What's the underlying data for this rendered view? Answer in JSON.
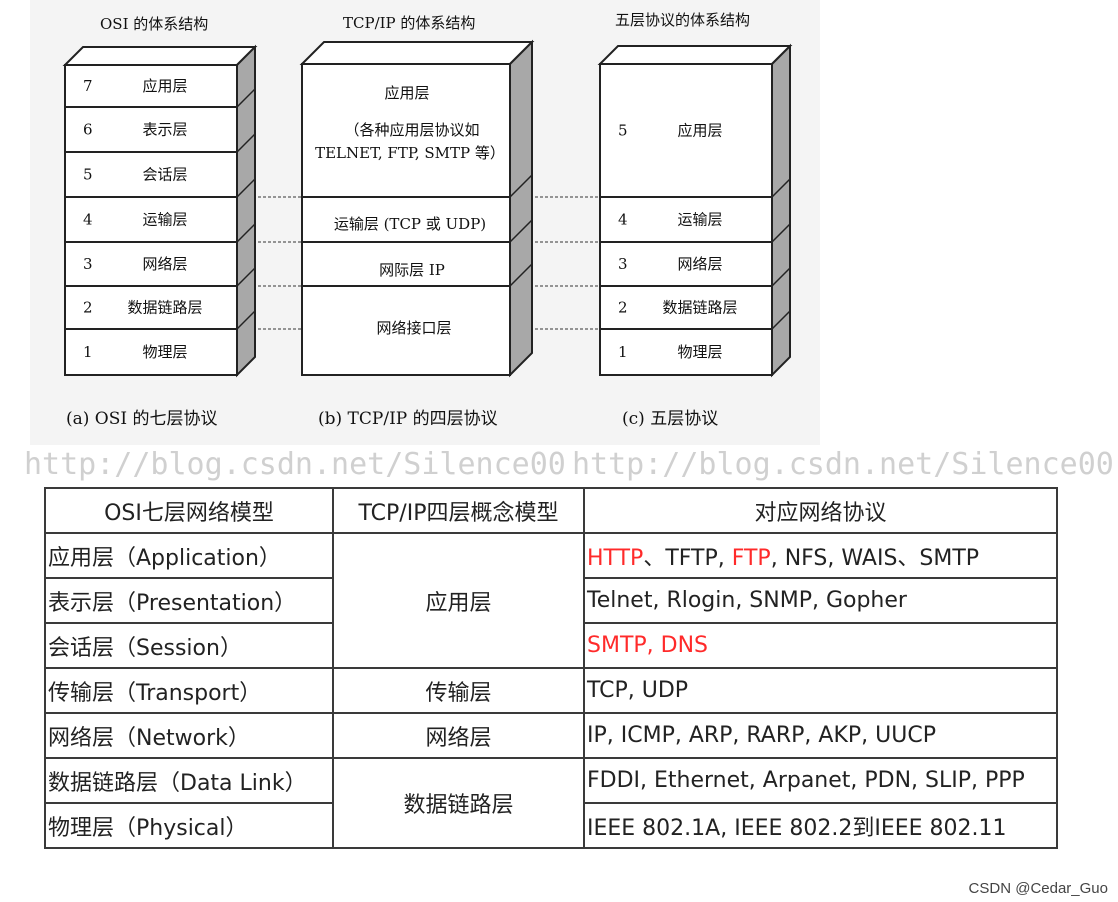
{
  "diagram": {
    "osi": {
      "title": "OSI 的体系结构",
      "caption": "(a) OSI 的七层协议",
      "layers": [
        {
          "num": "7",
          "name": "应用层"
        },
        {
          "num": "6",
          "name": "表示层"
        },
        {
          "num": "5",
          "name": "会话层"
        },
        {
          "num": "4",
          "name": "运输层"
        },
        {
          "num": "3",
          "name": "网络层"
        },
        {
          "num": "2",
          "name": "数据链路层"
        },
        {
          "num": "1",
          "name": "物理层"
        }
      ]
    },
    "tcpip": {
      "title": "TCP/IP 的体系结构",
      "caption": "(b) TCP/IP 的四层协议",
      "app_line1": "应用层",
      "app_line2": "（各种应用层协议如",
      "app_line3": "TELNET, FTP, SMTP 等）",
      "transport": "运输层 (TCP 或 UDP)",
      "internet": "网际层 IP",
      "netif": "网络接口层"
    },
    "five": {
      "title": "五层协议的体系结构",
      "caption": "(c) 五层协议",
      "layers": [
        {
          "num": "5",
          "name": "应用层"
        },
        {
          "num": "4",
          "name": "运输层"
        },
        {
          "num": "3",
          "name": "网络层"
        },
        {
          "num": "2",
          "name": "数据链路层"
        },
        {
          "num": "1",
          "name": "物理层"
        }
      ]
    },
    "watermark": "http://blog.csdn.net/Silence00"
  },
  "table": {
    "headers": [
      "OSI七层网络模型",
      "TCP/IP四层概念模型",
      "对应网络协议"
    ],
    "rows": [
      {
        "osi": "应用层（Application）"
      },
      {
        "osi": "表示层（Presentation）",
        "protocols": "Telnet, Rlogin, SNMP, Gopher"
      },
      {
        "osi": "会话层（Session）",
        "protocols": "SMTP, DNS"
      },
      {
        "osi": "传输层（Transport）",
        "tcpip": "传输层",
        "protocols": "TCP, UDP"
      },
      {
        "osi": "网络层（Network）",
        "tcpip": "网络层",
        "protocols": "IP, ICMP, ARP, RARP, AKP, UUCP"
      },
      {
        "osi": "数据链路层（Data Link）",
        "protocols": "FDDI, Ethernet, Arpanet, PDN, SLIP, PPP"
      },
      {
        "osi": "物理层（Physical）",
        "protocols": "IEEE 802.1A, IEEE 802.2到IEEE 802.11"
      }
    ],
    "merged_app": "应用层",
    "merged_link": "数据链路层",
    "row0_parts": {
      "p1": "HTTP",
      "p2": "、TFTP, ",
      "p3": "FTP",
      "p4": ", NFS, WAIS、SMTP"
    },
    "highlight_color": "#ff2a2a",
    "watermark": "http://blog.csdn.net/Silence00",
    "credit": "CSDN @Cedar_Guo"
  }
}
